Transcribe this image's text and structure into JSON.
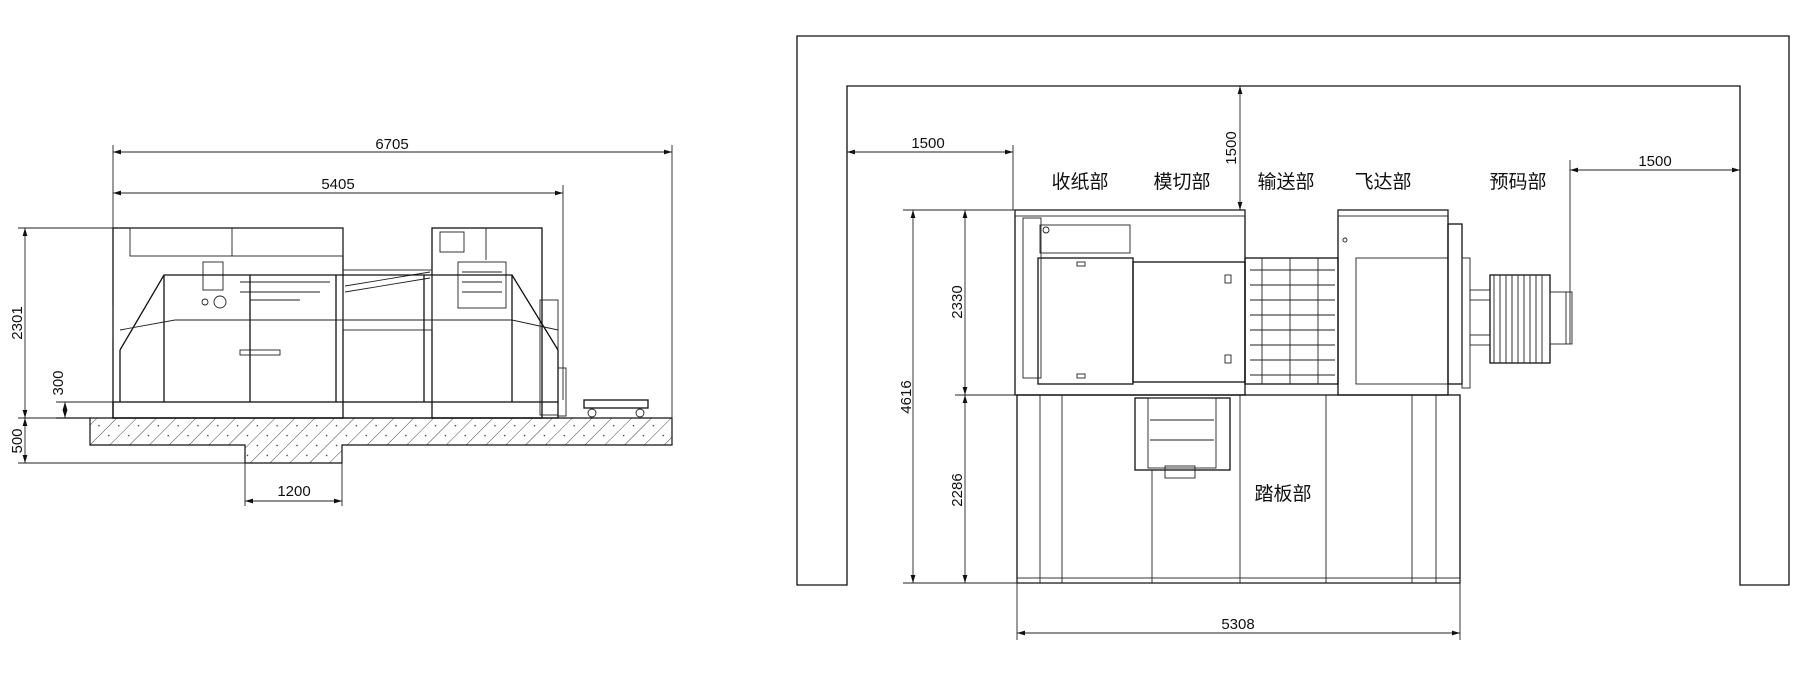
{
  "side_view": {
    "dims": {
      "total_length": "6705",
      "machine_length": "5405",
      "height": "2301",
      "platform_height": "300",
      "pit_depth": "500",
      "pit_width": "1200"
    }
  },
  "plan_view": {
    "dims": {
      "clearance_left": "1500",
      "clearance_top": "1500",
      "clearance_right": "1500",
      "total_depth": "4616",
      "upper_depth": "2330",
      "lower_depth": "2286",
      "total_width": "5308"
    },
    "sections": {
      "delivery": "收纸部",
      "die_cutting": "模切部",
      "conveying": "输送部",
      "feeder": "飞达部",
      "pre_stacking": "预码部",
      "pedal": "踏板部"
    }
  }
}
